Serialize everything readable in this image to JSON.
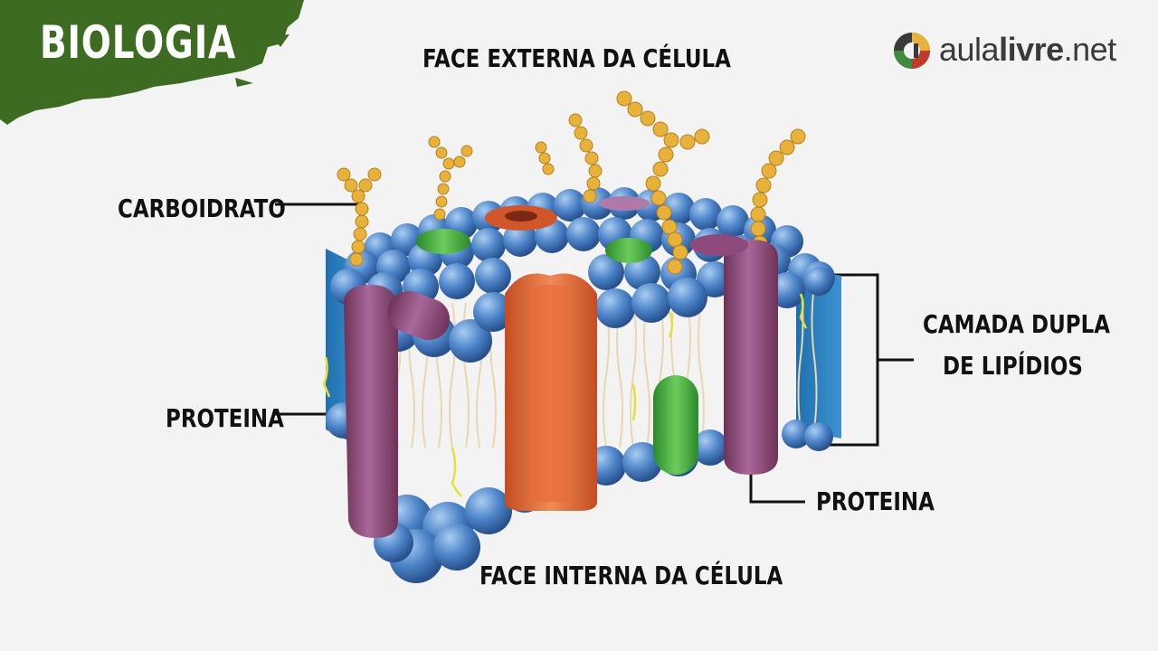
{
  "header": {
    "subject": "BIOLOGIA"
  },
  "brand": {
    "prefix": "aula",
    "highlight": "livre",
    "suffix": ".net"
  },
  "diagram": {
    "labels": {
      "top": "FACE EXTERNA DA CÉLULA",
      "bottom": "FACE INTERNA DA CÉLULA",
      "carbohydrate": "CARBOIDRATO",
      "protein_left": "PROTEINA",
      "protein_right": "PROTEINA",
      "bilayer_line1": "CAMADA DUPLA",
      "bilayer_line2": "DE LIPÍDIOS"
    }
  },
  "colors": {
    "banner": "#3d6b21",
    "phospholipid": "#4d84c8",
    "carbohydrate": "#e8b23a",
    "protein_purple": "#8e4a7a",
    "protein_orange": "#e26b3c",
    "protein_green": "#3fae3a"
  }
}
